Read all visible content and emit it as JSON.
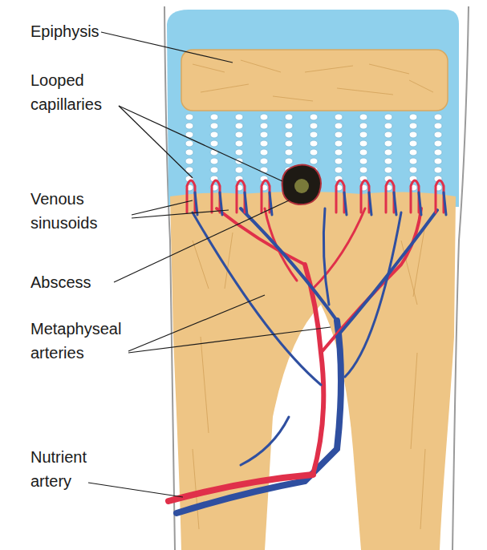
{
  "diagram": {
    "labels": [
      "Epiphysis",
      "Looped capillaries",
      "Venous sinusoids",
      "Abscess",
      "Metaphyseal arteries",
      "Nutrient artery"
    ]
  }
}
